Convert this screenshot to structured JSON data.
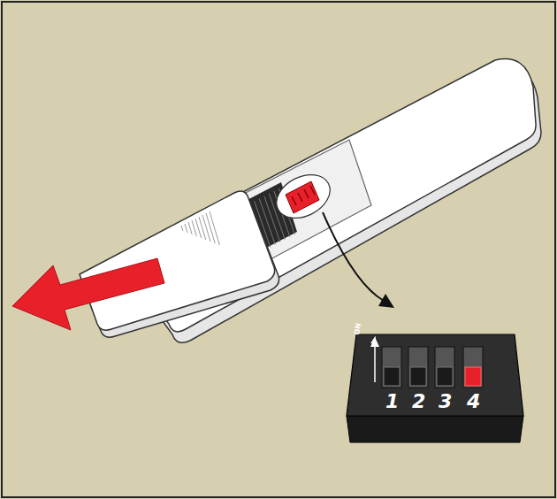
{
  "diagram": {
    "labels": [
      "ON",
      "1",
      "2",
      "3",
      "4"
    ]
  }
}
